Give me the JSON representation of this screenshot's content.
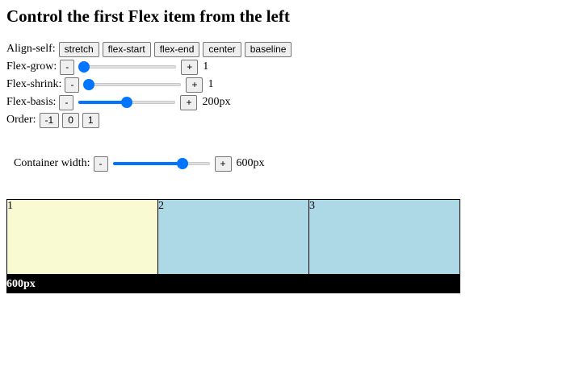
{
  "title": "Control the first Flex item from the left",
  "align_self": {
    "label": "Align-self:",
    "options": [
      "stretch",
      "flex-start",
      "flex-end",
      "center",
      "baseline"
    ]
  },
  "flex_grow": {
    "label": "Flex-grow:",
    "minus": "-",
    "plus": "+",
    "value": "1",
    "slider_fraction": 0.05
  },
  "flex_shrink": {
    "label": "Flex-shrink:",
    "minus": "-",
    "plus": "+",
    "value": "1",
    "slider_fraction": 0.05
  },
  "flex_basis": {
    "label": "Flex-basis:",
    "minus": "-",
    "plus": "+",
    "value": "200px",
    "slider_fraction": 0.5
  },
  "order": {
    "label": "Order:",
    "options": [
      "-1",
      "0",
      "1"
    ]
  },
  "container_width": {
    "label": "Container width:",
    "minus": "-",
    "plus": "+",
    "value": "600px",
    "slider_fraction": 0.72
  },
  "flex_items": [
    {
      "label": "1",
      "color": "#fafad2"
    },
    {
      "label": "2",
      "color": "#add8e6"
    },
    {
      "label": "3",
      "color": "#add8e6"
    }
  ],
  "width_bar": {
    "text": "600px",
    "color": "#000000"
  }
}
